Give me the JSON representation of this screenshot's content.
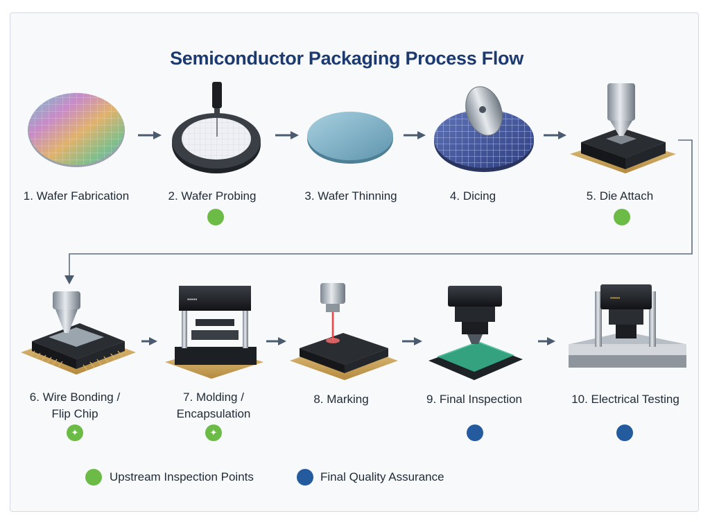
{
  "title": "Semiconductor Packaging Process Flow",
  "colors": {
    "upstream": "#6cbb47",
    "final": "#245a9e",
    "arrow": "#4a5b70",
    "title": "#1c3a70"
  },
  "steps": [
    {
      "label": "1. Wafer Fabrication",
      "icon": "wafer-fabrication-icon",
      "marker": "none"
    },
    {
      "label": "2. Wafer Probing",
      "icon": "wafer-probing-icon",
      "marker": "upstream"
    },
    {
      "label": "3. Wafer Thinning",
      "icon": "wafer-thinning-icon",
      "marker": "none"
    },
    {
      "label": "4. Dicing",
      "icon": "dicing-saw-icon",
      "marker": "none"
    },
    {
      "label": "5. Die Attach",
      "icon": "die-attach-icon",
      "marker": "upstream"
    },
    {
      "label_line1": "6. Wire Bonding /",
      "label_line2": "Flip Chip",
      "icon": "wire-bonding-icon",
      "marker": "upstream"
    },
    {
      "label_line1": "7. Molding /",
      "label_line2": "Encapsulation",
      "icon": "molding-press-icon",
      "marker": "upstream"
    },
    {
      "label": "8. Marking",
      "icon": "laser-marking-icon",
      "marker": "none"
    },
    {
      "label": "9. Final Inspection",
      "icon": "inspection-microscope-icon",
      "marker": "final"
    },
    {
      "label": "10. Electrical Testing",
      "icon": "electrical-tester-icon",
      "marker": "final"
    }
  ],
  "legend": {
    "upstream": "Upstream Inspection Points",
    "final": "Final Quality Assurance"
  }
}
